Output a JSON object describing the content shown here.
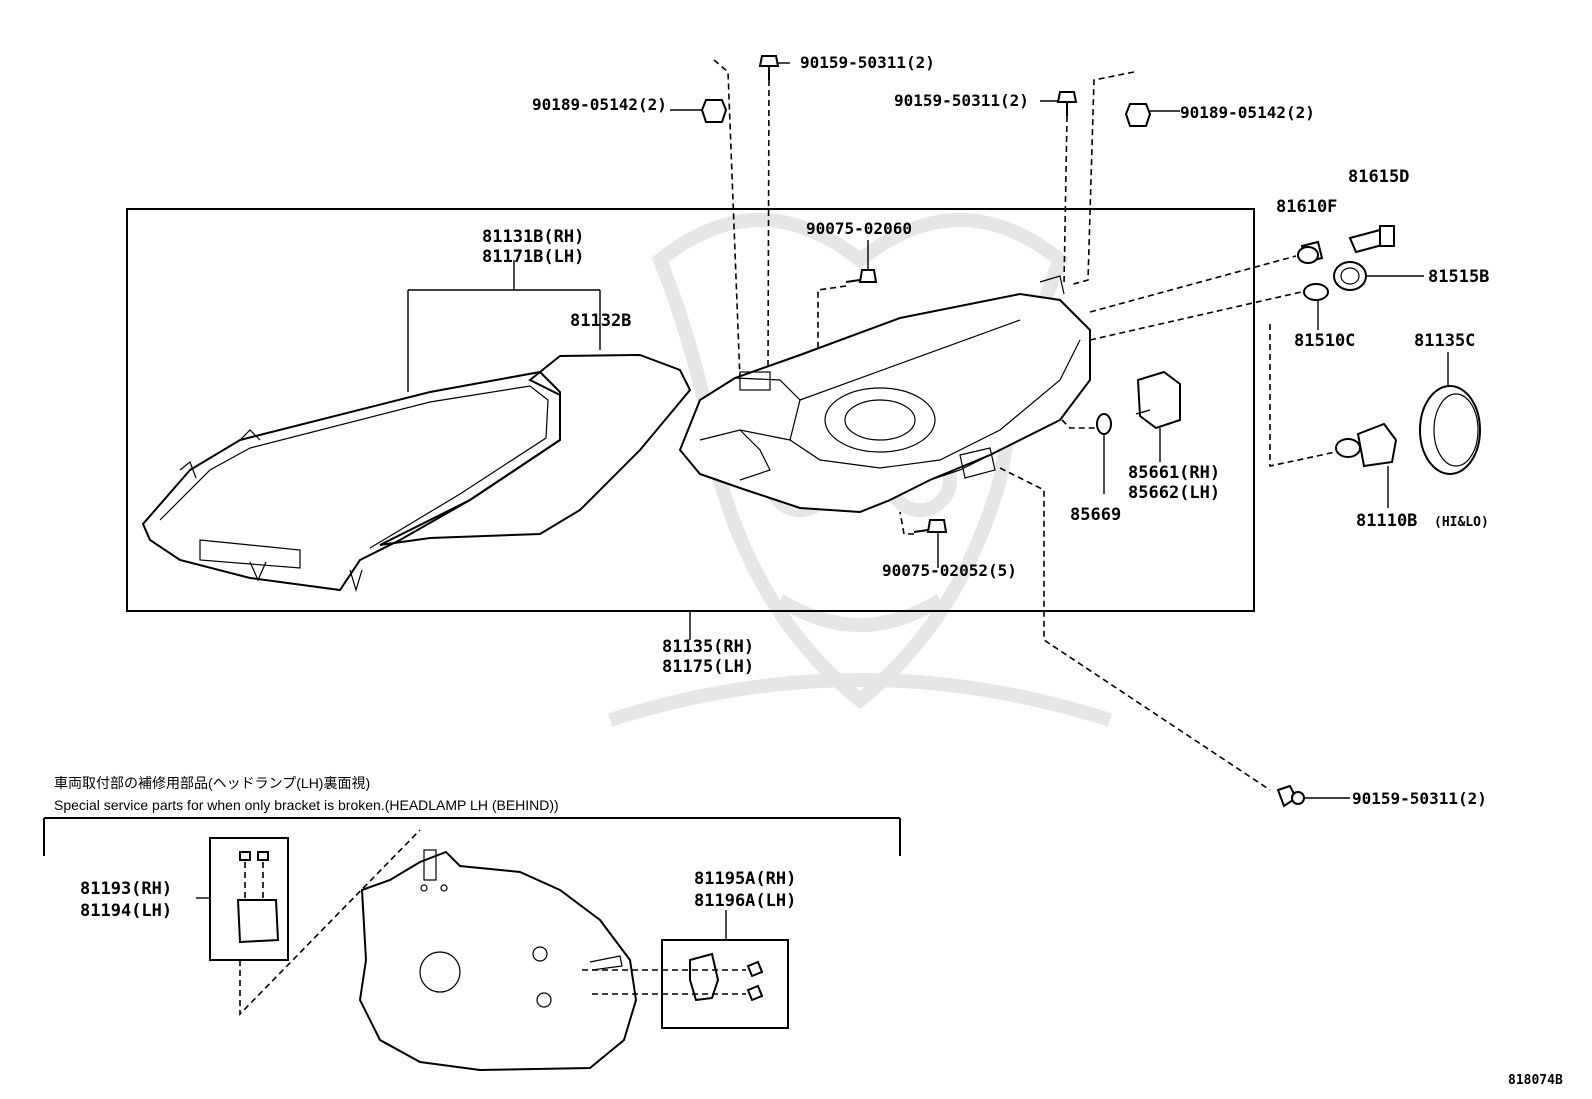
{
  "labels": {
    "bolt_top_center": "90159-50311(2)",
    "clip_top_left": "90189-05142(2)",
    "bolt_top_right": "90159-50311(2)",
    "clip_top_right": "90189-05142(2)",
    "lens_rh": "81131B(RH)",
    "lens_lh": "81171B(LH)",
    "gasket": "81132B",
    "screw_upper": "90075-02060",
    "socket_small": "81610F",
    "bulb_small": "81615D",
    "socket_b": "81515B",
    "bulb_c": "81510C",
    "cover": "81135C",
    "unit_rh": "85661(RH)",
    "unit_lh": "85662(LH)",
    "oring": "85669",
    "bulb_main": "81110B",
    "bulb_main_note": "(HI&LO)",
    "screw_lower": "90075-02052(5)",
    "assy_rh": "81135(RH)",
    "assy_lh": "81175(LH)",
    "bolt_bottom_right": "90159-50311(2)",
    "bracket1_rh": "81193(RH)",
    "bracket1_lh": "81194(LH)",
    "bracket2_rh": "81195A(RH)",
    "bracket2_lh": "81196A(LH)"
  },
  "notes": {
    "japanese": "車両取付部の補修用部品(ヘッドランプ(LH)裏面視)",
    "english": "Special service parts for when only bracket is broken.(HEADLAMP LH (BEHIND))"
  },
  "diagram_code": "818074B"
}
